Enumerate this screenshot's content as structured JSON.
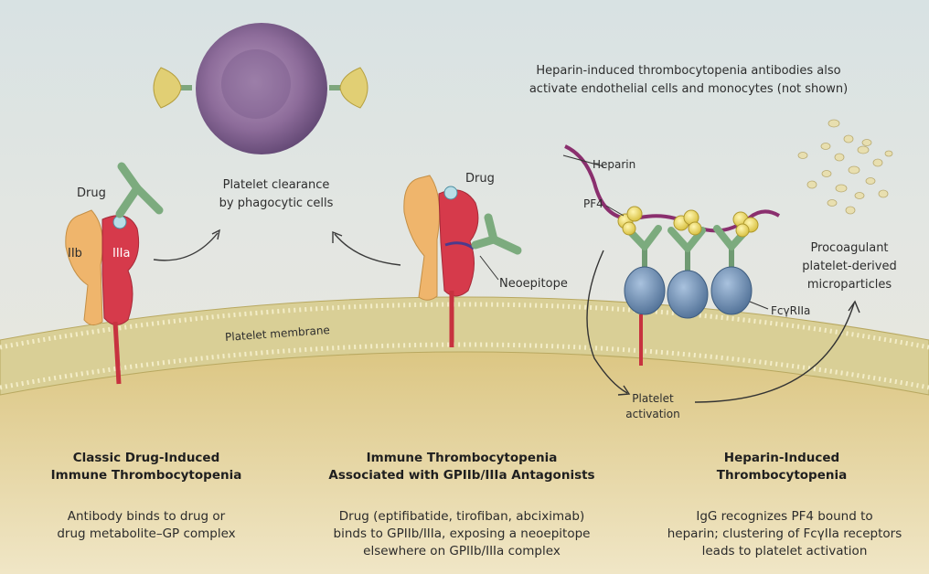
{
  "labels": {
    "drug_left": "Drug",
    "iib": "IIb",
    "iiia": "IIIa",
    "clearance_line1": "Platelet clearance",
    "clearance_line2": "by phagocytic cells",
    "drug_mid": "Drug",
    "neoepitope": "Neoepitope",
    "membrane": "Platelet membrane",
    "hit_note_line1": "Heparin-induced thrombocytopenia antibodies also",
    "hit_note_line2": "activate endothelial cells and monocytes (not shown)",
    "heparin": "Heparin",
    "pf4": "PF4",
    "fc_receptor": "FcγRIIa",
    "procoag_line1": "Procoagulant",
    "procoag_line2": "platelet-derived",
    "procoag_line3": "microparticles",
    "activation_line1": "Platelet",
    "activation_line2": "activation"
  },
  "panels": [
    {
      "title_line1": "Classic Drug-Induced",
      "title_line2": "Immune Thrombocytopenia",
      "desc_line1": "Antibody binds to drug or",
      "desc_line2": "drug metabolite–GP complex",
      "desc_line3": ""
    },
    {
      "title_line1": "Immune Thrombocytopenia",
      "title_line2": "Associated with GPIIb/IIIa Antagonists",
      "desc_line1": "Drug (eptifibatide, tirofiban, abciximab)",
      "desc_line2": "binds to GPIIb/IIIa, exposing a neoepitope",
      "desc_line3": "elsewhere on GPIIb/IIIa complex"
    },
    {
      "title_line1": "Heparin-Induced",
      "title_line2": "Thrombocytopenia",
      "desc_line1": "IgG recognizes PF4 bound to",
      "desc_line2": "heparin; clustering of FcγIIa receptors",
      "desc_line3": "leads to platelet activation"
    }
  ],
  "colors": {
    "membrane_band": "#d8cc8c",
    "cytoplasm": "#cdb56f",
    "iib": "#eeb46a",
    "iiia": "#d63a4b",
    "antibody": "#7cab7e",
    "receptor": "#6d8cad",
    "pf4": "#e8d55a",
    "phagocyte": "#8a6a96"
  }
}
